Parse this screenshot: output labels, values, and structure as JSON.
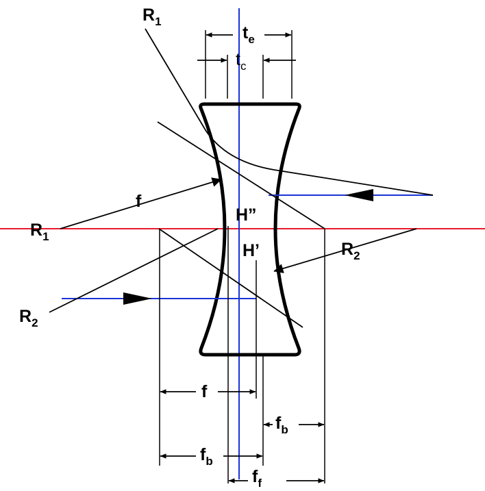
{
  "colors": {
    "ink": "#000000",
    "optical_axis": "#e8192c",
    "rays": "#1a33d6",
    "background": "#ffffff"
  },
  "labels": {
    "r1_top": {
      "main": "R",
      "sub": "1"
    },
    "r1_left": {
      "main": "R",
      "sub": "1"
    },
    "r2_left": {
      "main": "R",
      "sub": "2"
    },
    "r2_right": {
      "main": "R",
      "sub": "2"
    },
    "te": {
      "main": "t",
      "sub": "e"
    },
    "tc": {
      "main": "t",
      "sub": "c"
    },
    "f_left": "f",
    "h_double_prime": "H”",
    "h_prime": "H’",
    "f_bottom": "f",
    "fb_right": {
      "main": "f",
      "sub": "b"
    },
    "fb_left": {
      "main": "f",
      "sub": "b"
    },
    "ff": {
      "main": "f",
      "sub": "f"
    }
  }
}
